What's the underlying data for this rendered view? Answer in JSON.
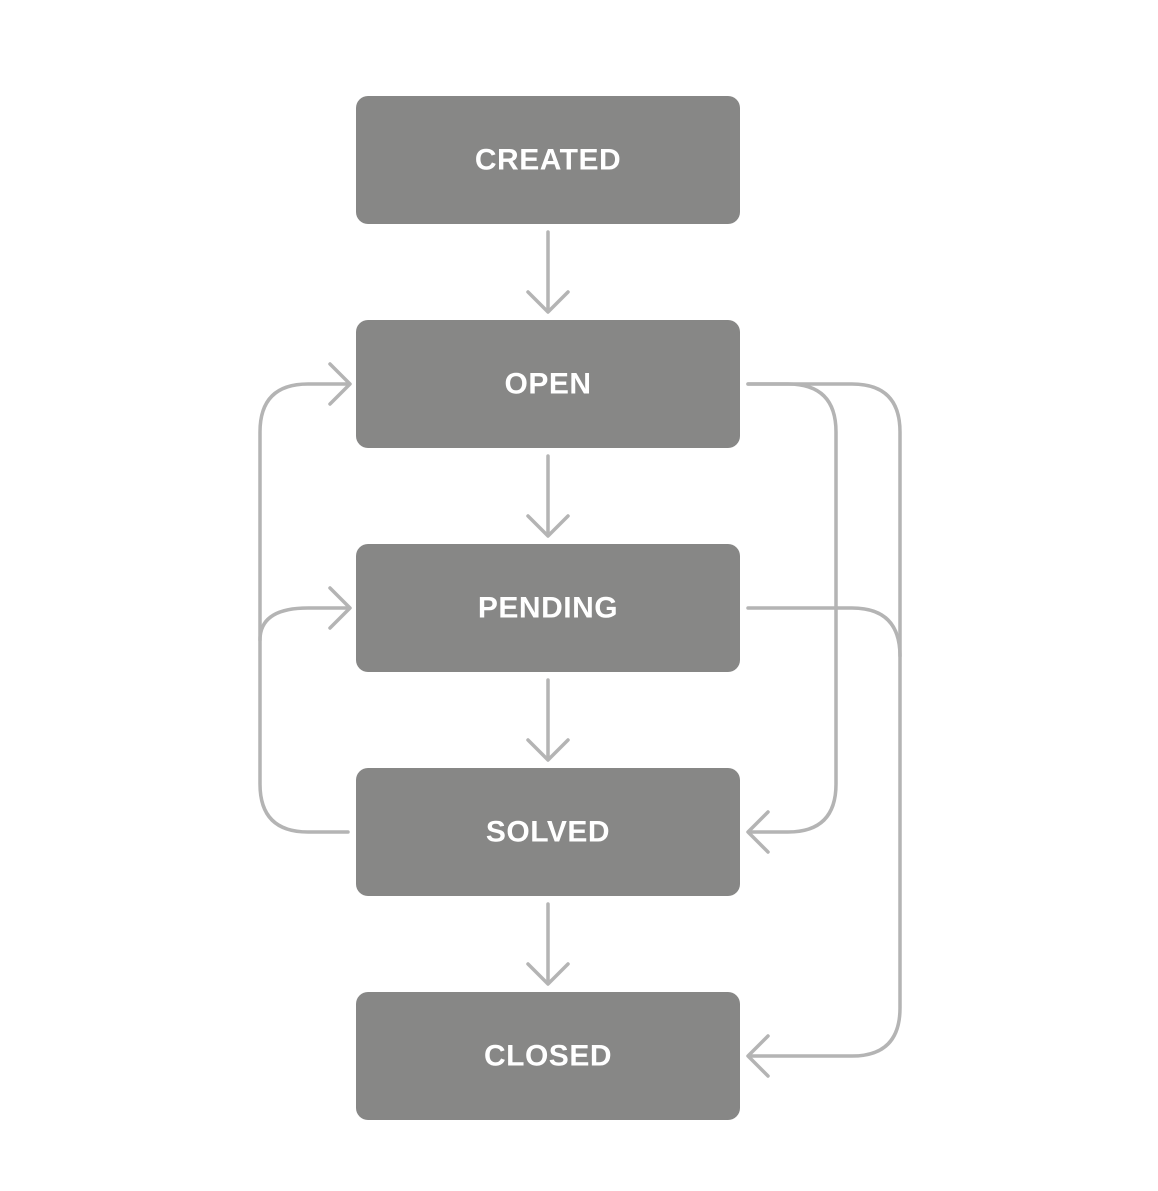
{
  "colors": {
    "background": "#ffffff",
    "node_fill": "#878786",
    "node_text": "#ffffff",
    "arrow": "#b4b4b4"
  },
  "nodes": [
    {
      "id": "created",
      "label": "CREATED"
    },
    {
      "id": "open",
      "label": "OPEN"
    },
    {
      "id": "pending",
      "label": "PENDING"
    },
    {
      "id": "solved",
      "label": "SOLVED"
    },
    {
      "id": "closed",
      "label": "CLOSED"
    }
  ],
  "transitions": [
    {
      "from": "created",
      "to": "open"
    },
    {
      "from": "open",
      "to": "pending"
    },
    {
      "from": "pending",
      "to": "solved"
    },
    {
      "from": "solved",
      "to": "closed"
    },
    {
      "from": "open",
      "to": "solved"
    },
    {
      "from": "open",
      "to": "closed"
    },
    {
      "from": "pending",
      "to": "closed"
    },
    {
      "from": "solved",
      "to": "open"
    },
    {
      "from": "solved",
      "to": "pending"
    }
  ]
}
